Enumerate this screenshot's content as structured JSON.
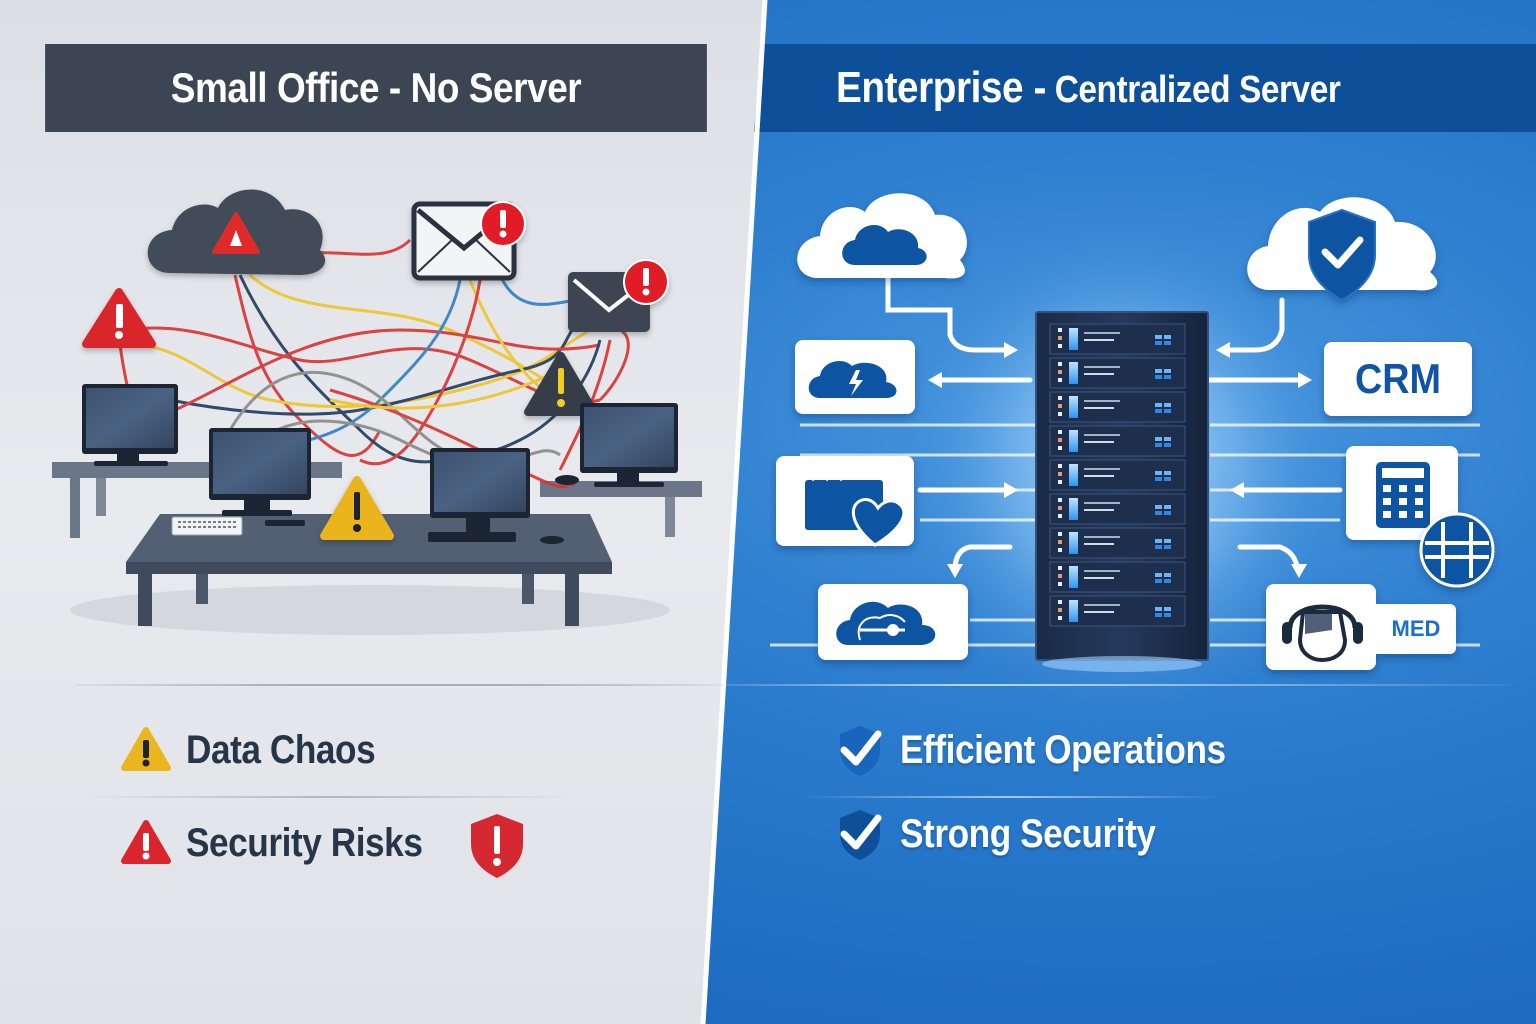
{
  "left_panel": {
    "title": "Small Office - No Server",
    "theme": {
      "banner_bg": "#3c4553",
      "background": "#e4e6eb",
      "text": "#263648"
    },
    "illustration": {
      "description": "Tangled multicolored cables connecting workstations, cloud and email with warning icons",
      "elements": [
        "cloud-warning",
        "email-alert",
        "email-alert",
        "warning-red",
        "warning-yellow",
        "warning-dark",
        "desk-workstations"
      ],
      "cable_colors": [
        "#d8322f",
        "#f0c428",
        "#1f3a5a",
        "#2f7fc0",
        "#8a8a84"
      ]
    },
    "points": [
      {
        "label": "Data Chaos",
        "icon": "warning-yellow-icon",
        "color": "#ebb51d"
      },
      {
        "label": "Security Risks",
        "icon": "warning-red-icon",
        "trailing_icon": "shield-alert-icon",
        "color": "#d9252b"
      }
    ]
  },
  "right_panel": {
    "title_primary": "Enterprise -",
    "title_secondary": "Centralized Server",
    "theme": {
      "banner_bg": "#0d4f98",
      "background": "#2376c9",
      "accent": "#0f55a3"
    },
    "illustration": {
      "description": "Central server rack connected by arrows to cloud and application tiles",
      "server_units": 9,
      "tiles_left": [
        "cloud",
        "cloud-power",
        "media-heart",
        "cloud-sync"
      ],
      "tiles_right": [
        "cloud-shield",
        "CRM",
        "calculator",
        "network-globe",
        "support-headset"
      ],
      "crm_label": "CRM",
      "med_label": "MED"
    },
    "points": [
      {
        "label": "Efficient Operations",
        "icon": "check-shield-icon"
      },
      {
        "label": "Strong Security",
        "icon": "check-shield-icon"
      }
    ]
  }
}
